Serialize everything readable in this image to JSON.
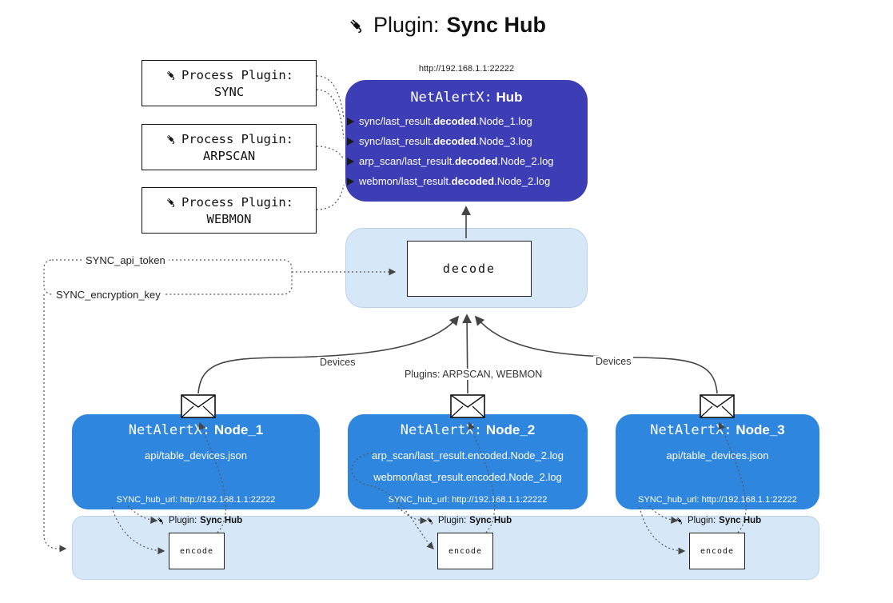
{
  "colors": {
    "hub_bg": "#3d3db5",
    "node_bg": "#2e86de",
    "panel_bg": "#d6e7f8",
    "panel_border": "#b9d3ee",
    "line": "#444444"
  },
  "title": {
    "prefix": "Plugin:",
    "bold": "Sync Hub"
  },
  "process_plugins": [
    {
      "label": "Process Plugin:",
      "name": "SYNC"
    },
    {
      "label": "Process Plugin:",
      "name": "ARPSCAN"
    },
    {
      "label": "Process Plugin:",
      "name": "WEBMON"
    }
  ],
  "hub": {
    "url": "http://192.168.1.1:22222",
    "title_prefix": "NetAlertX:",
    "title_bold": "Hub",
    "lines": [
      {
        "pre": "sync/last_result.",
        "bold": "decoded",
        "post": ".Node_1.log"
      },
      {
        "pre": "sync/last_result.",
        "bold": "decoded",
        "post": ".Node_3.log"
      },
      {
        "pre": "arp_scan/last_result.",
        "bold": "decoded",
        "post": ".Node_2.log"
      },
      {
        "pre": "webmon/last_result.",
        "bold": "decoded",
        "post": ".Node_2.log"
      }
    ]
  },
  "decode_label": "decode",
  "encode_label": "encode",
  "tokens": {
    "api_token": "SYNC_api_token",
    "encryption_key": "SYNC_encryption_key"
  },
  "edges": {
    "devices_left": "Devices",
    "plugins_center": "Plugins: ARPSCAN, WEBMON",
    "devices_right": "Devices"
  },
  "nodes": [
    {
      "title_prefix": "NetAlertX:",
      "title_bold": "Node_1",
      "lines": [
        "api/table_devices.json"
      ],
      "footer": "SYNC_hub_url: http://192.168.1.1:22222"
    },
    {
      "title_prefix": "NetAlertX:",
      "title_bold": "Node_2",
      "lines": [
        "arp_scan/last_result.encoded.Node_2.log",
        "webmon/last_result.encoded.Node_2.log"
      ],
      "footer": "SYNC_hub_url: http://192.168.1.1:22222"
    },
    {
      "title_prefix": "NetAlertX:",
      "title_bold": "Node_3",
      "lines": [
        "api/table_devices.json"
      ],
      "footer": "SYNC_hub_url: http://192.168.1.1:22222"
    }
  ],
  "band_plugins": [
    {
      "prefix": "Plugin:",
      "bold": "Sync Hub"
    },
    {
      "prefix": "Plugin:",
      "bold": "Sync Hub"
    },
    {
      "prefix": "Plugin:",
      "bold": "Sync Hub"
    }
  ]
}
